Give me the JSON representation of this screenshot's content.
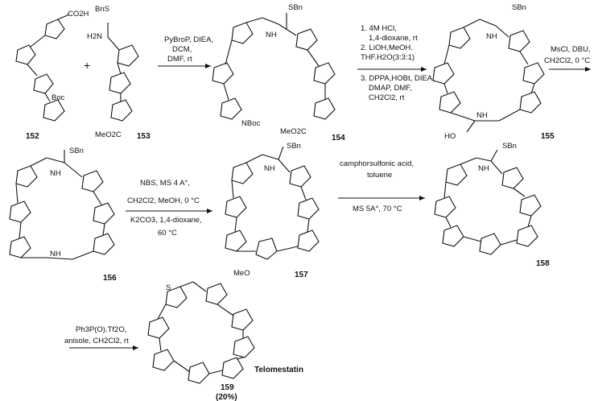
{
  "scheme": {
    "row1": {
      "labels": [
        "CO2H",
        "BnS",
        "H2N",
        "Boc",
        "MeO2C",
        "SBn",
        "NBoc",
        "SBn",
        "HO",
        "NH",
        "NH",
        "NH"
      ],
      "compounds": [
        "152",
        "153",
        "154",
        "155"
      ],
      "plus": "+",
      "reagents_a": [
        "PyBroP, DIEA,",
        "DCM,",
        "DMF, rt"
      ],
      "reagents_b": [
        "1. 4M HCl,",
        "1,4-dioxane, rt",
        "2. LiOH,MeOH.",
        "THF.H2O(3:3:1)",
        "3. DPPA,HOBt, DIEA,",
        "DMAP, DMF,",
        "CH2Cl2, rt"
      ],
      "reagents_c": [
        "MsCl, DBU,",
        "CH2Cl2, 0 °C"
      ]
    },
    "row2": {
      "labels": [
        "SBn",
        "NH",
        "NH",
        "SBn",
        "NH",
        "MeO",
        "SBn",
        "NH"
      ],
      "compounds": [
        "156",
        "157",
        "158"
      ],
      "reagents_d": [
        "NBS, MS 4 A°,",
        "CH2Cl2, MeOH, 0 °C",
        "K2CO3, 1,4-dioxane,",
        "60 °C"
      ],
      "reagents_e": [
        "camphorsulfonic acid,",
        "toluene",
        "MS 5A°, 70 °C"
      ]
    },
    "row3": {
      "labels": [
        "S"
      ],
      "compound": "159",
      "name": "Telomestatin",
      "yield": "(20%)",
      "reagents_f": [
        "Ph3P(O).Tf2O,",
        "anisole, CH2Cl2, rt"
      ]
    }
  }
}
